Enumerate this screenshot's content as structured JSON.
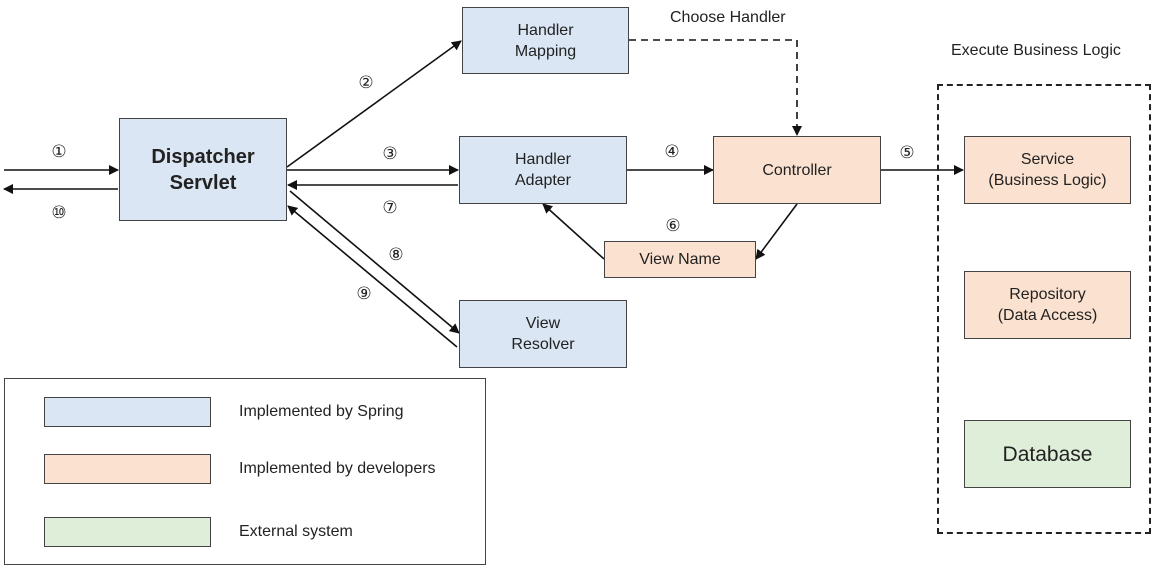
{
  "nodes": {
    "dispatcher": "Dispatcher\nServlet",
    "handler_mapping": "Handler\nMapping",
    "handler_adapter": "Handler\nAdapter",
    "controller": "Controller",
    "view_name": "View Name",
    "view_resolver": "View\nResolver",
    "service": "Service\n(Business Logic)",
    "repository": "Repository\n(Data Access)",
    "database": "Database"
  },
  "annotations": {
    "choose_handler": "Choose Handler",
    "execute_business_logic": "Execute Business Logic"
  },
  "steps": [
    "①",
    "②",
    "③",
    "④",
    "⑤",
    "⑥",
    "⑦",
    "⑧",
    "⑨",
    "⑩"
  ],
  "legend": {
    "spring": "Implemented by Spring",
    "developers": "Implemented by developers",
    "external": "External system"
  },
  "colors": {
    "spring": "#dae6f3",
    "developers": "#fbe1cf",
    "external": "#dfeed9",
    "stroke": "#111111"
  }
}
